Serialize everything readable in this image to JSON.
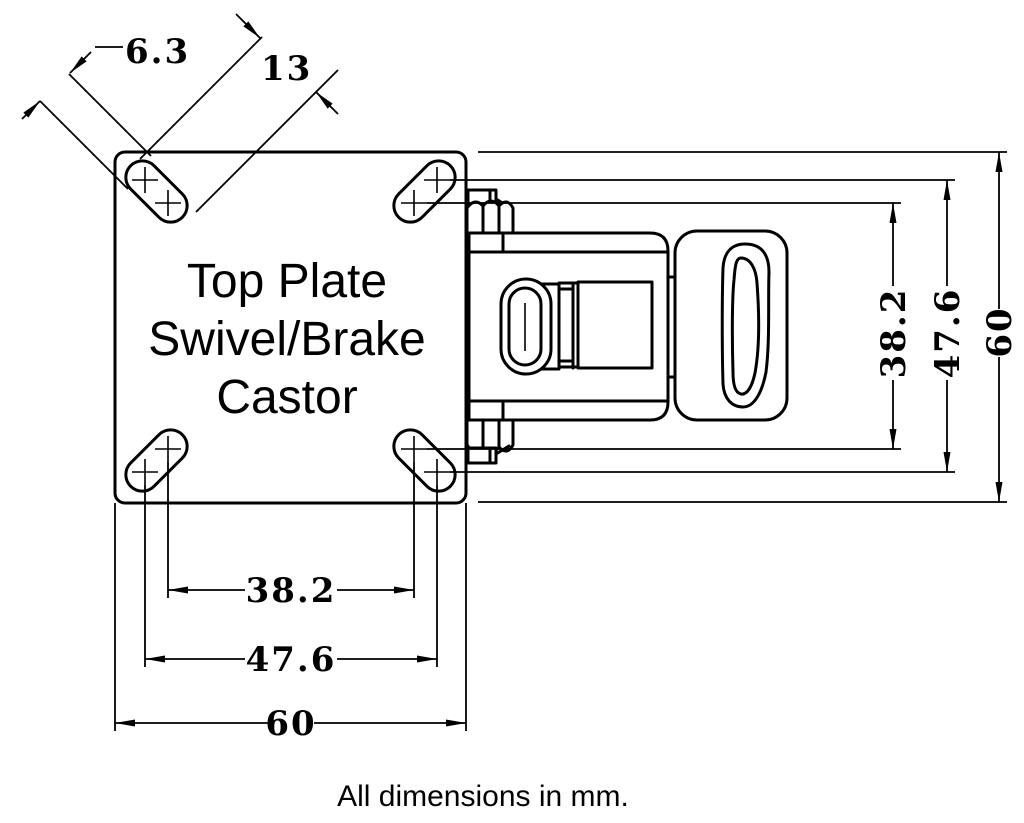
{
  "colors": {
    "ink": "#000000",
    "background": "#ffffff"
  },
  "plate": {
    "label_line1": "Top Plate",
    "label_line2": "Swivel/Brake",
    "label_line3": "Castor"
  },
  "dimensions": {
    "slot_width_mm": "6.3",
    "slot_length_mm": "13",
    "hole_pitch_inner_mm": "38.2",
    "hole_pitch_outer_mm": "47.6",
    "overall_size_mm": "60"
  },
  "footnote": "All dimensions in mm."
}
